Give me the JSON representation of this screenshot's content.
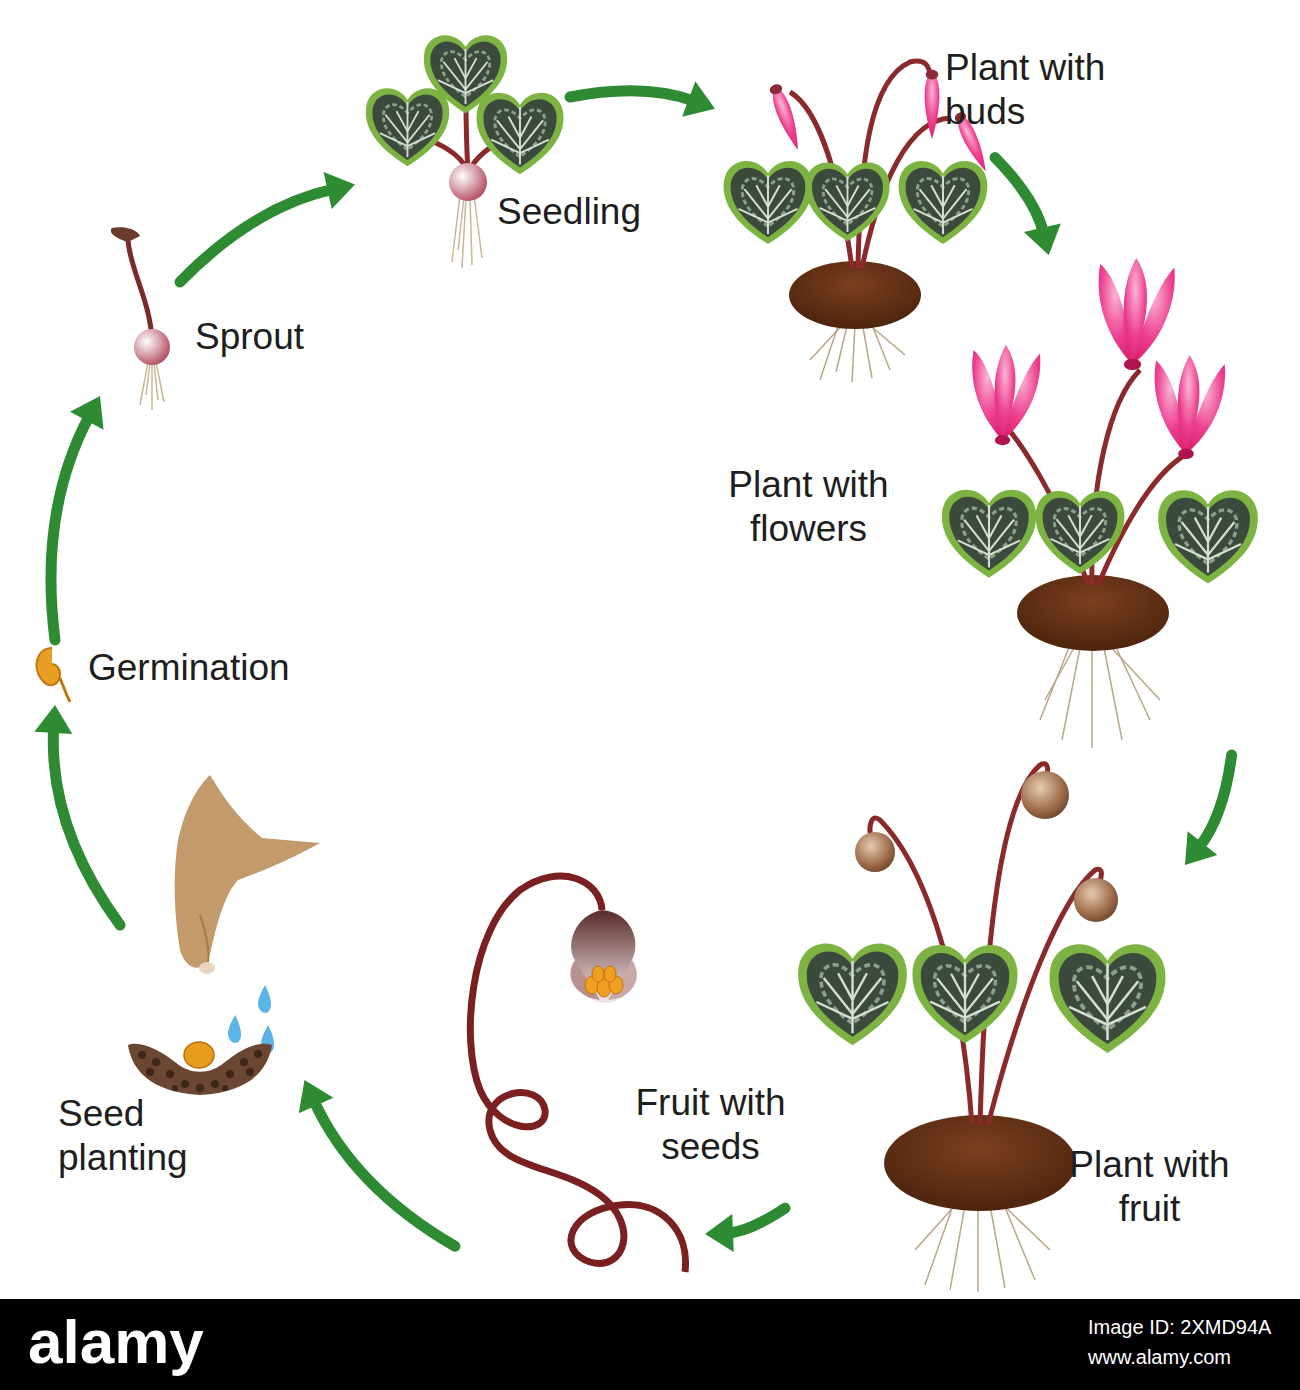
{
  "diagram": {
    "nodes": [
      {
        "text": [
          "Seed planting"
        ]
      },
      {
        "text": [
          "Germination"
        ]
      },
      {
        "text": [
          "Sprout"
        ]
      },
      {
        "text": [
          "Seedling"
        ]
      },
      {
        "text": [
          "Plant with buds"
        ]
      },
      {
        "text": [
          "Plant with flowers"
        ]
      },
      {
        "text": [
          "Plant with fruit"
        ]
      },
      {
        "text": [
          "Fruit with seeds"
        ]
      }
    ],
    "edges": [
      {
        "from": 0,
        "to": 1,
        "arrow": "to"
      },
      {
        "from": 1,
        "to": 2,
        "arrow": "to"
      },
      {
        "from": 2,
        "to": 3,
        "arrow": "to"
      },
      {
        "from": 3,
        "to": 4,
        "arrow": "to"
      },
      {
        "from": 4,
        "to": 5,
        "arrow": "to"
      },
      {
        "from": 5,
        "to": 6,
        "arrow": "to"
      },
      {
        "from": 6,
        "to": 7,
        "arrow": "to"
      },
      {
        "from": 7,
        "to": 0,
        "arrow": "to"
      }
    ],
    "labels": [
      "alamy",
      "Image ID: 2XMD94A",
      "www.alamy.com"
    ]
  }
}
